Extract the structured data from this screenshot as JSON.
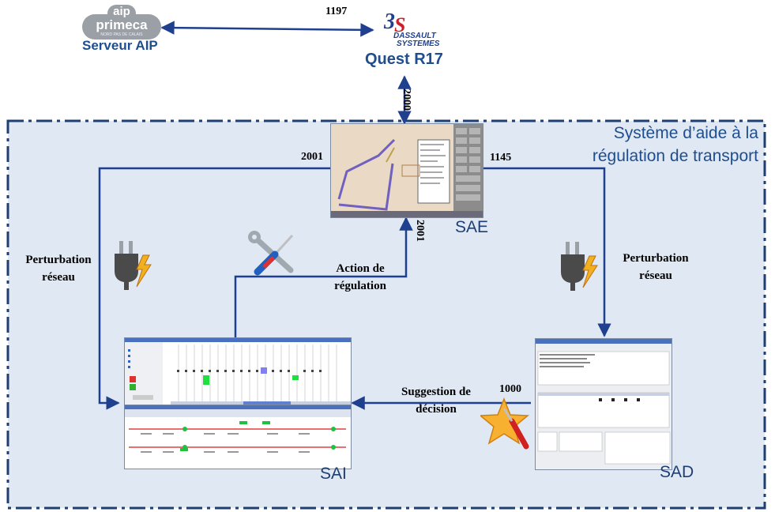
{
  "nodes": {
    "aip": {
      "logo_top": "aip",
      "logo_main": "primeca",
      "logo_sub": "NORD PAS DE CALAIS",
      "label": "Serveur AIP"
    },
    "quest": {
      "logo_brand_1": "DASSAULT",
      "logo_brand_2": "SYSTEMES",
      "label": "Quest R17"
    },
    "sae": {
      "label": "SAE"
    },
    "sai": {
      "label": "SAI"
    },
    "sad": {
      "label": "SAD"
    }
  },
  "region": {
    "title_line1": "Système d’aide à la",
    "title_line2": "régulation de transport"
  },
  "ports": {
    "aip_quest": "1197",
    "quest_sae": "2000",
    "sae_left": "2001",
    "sae_right": "1145",
    "sae_bottom": "2001",
    "sad_out": "1000"
  },
  "edges": {
    "left_perturbation_1": "Perturbation",
    "left_perturbation_2": "réseau",
    "right_perturbation_1": "Perturbation",
    "right_perturbation_2": "réseau",
    "action_1": "Action de",
    "action_2": "régulation",
    "suggestion_1": "Suggestion de",
    "suggestion_2": "décision"
  },
  "colors": {
    "arrow": "#1f3f8f",
    "region_bg": "#dfe8f3",
    "region_border": "#1f3f73",
    "label_blue": "#1f4e8f"
  },
  "icons": [
    "plug-lightning-icon",
    "wrench-screwdriver-icon",
    "star-screwdriver-icon"
  ]
}
